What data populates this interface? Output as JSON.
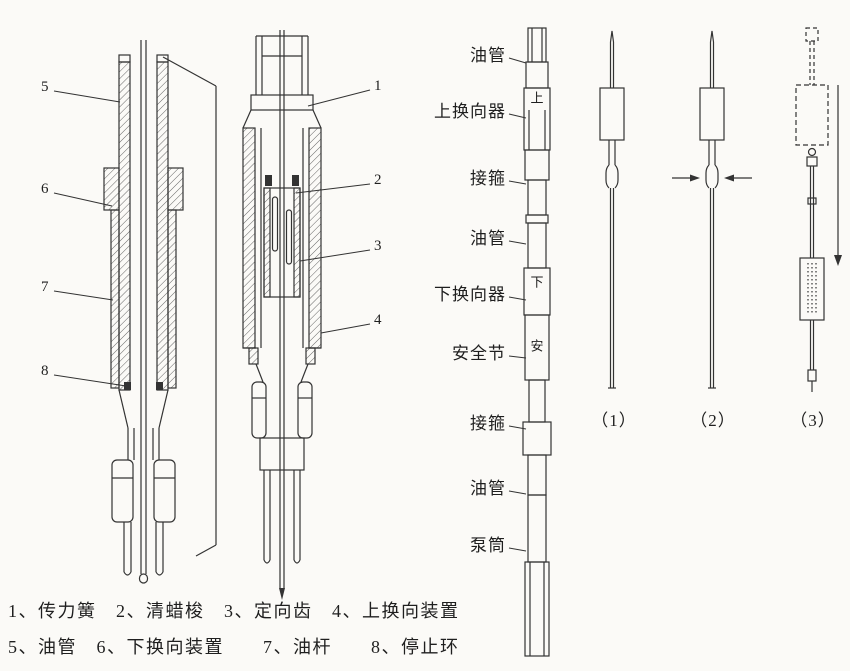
{
  "colors": {
    "line": "#333333",
    "paper": "#fbfaf7"
  },
  "callouts": {
    "left": [
      "5",
      "6",
      "7",
      "8"
    ],
    "right": [
      "1",
      "2",
      "3",
      "4"
    ]
  },
  "string_diagram": {
    "labels": [
      "油管",
      "上换向器",
      "接箍",
      "油管",
      "下换向器",
      "安全节",
      "接箍",
      "油管",
      "泵筒"
    ],
    "inline_marks": [
      "上",
      "下",
      "安"
    ]
  },
  "figures": {
    "numbers": [
      "（1）",
      "（2）",
      "（3）"
    ]
  },
  "legend": {
    "line1": "1、传力簧　2、清蜡梭　3、定向齿　4、上换向装置",
    "line2": "5、油管　6、下换向装置　　7、油杆　　8、停止环"
  }
}
